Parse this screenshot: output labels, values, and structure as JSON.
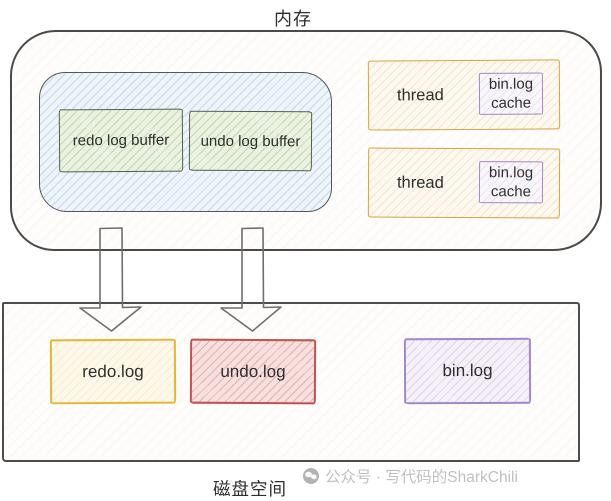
{
  "labels": {
    "memory_title": "内存",
    "disk_title": "磁盘空间"
  },
  "memory": {
    "buffers": [
      {
        "label": "redo log buffer"
      },
      {
        "label": "undo log buffer"
      }
    ],
    "threads": [
      {
        "label": "thread",
        "cache_label": "bin.log cache"
      },
      {
        "label": "thread",
        "cache_label": "bin.log cache"
      }
    ]
  },
  "disk": {
    "files": [
      {
        "label": "redo.log",
        "border_color": "#e4b637"
      },
      {
        "label": "undo.log",
        "border_color": "#bf5350"
      },
      {
        "label": "bin.log",
        "border_color": "#a287c9"
      }
    ]
  },
  "watermark": {
    "text": "公众号 · 写代码的SharkChili",
    "icon": "wechat-official-account-icon"
  },
  "colors": {
    "outline_dark": "#4a4a4a",
    "pool_fill": "#edf4fb",
    "buffer_fill": "#ebf2e1",
    "thread_border": "#d9a23c",
    "cache_border": "#a287c9",
    "arrow_stroke": "#6e6e6e"
  }
}
